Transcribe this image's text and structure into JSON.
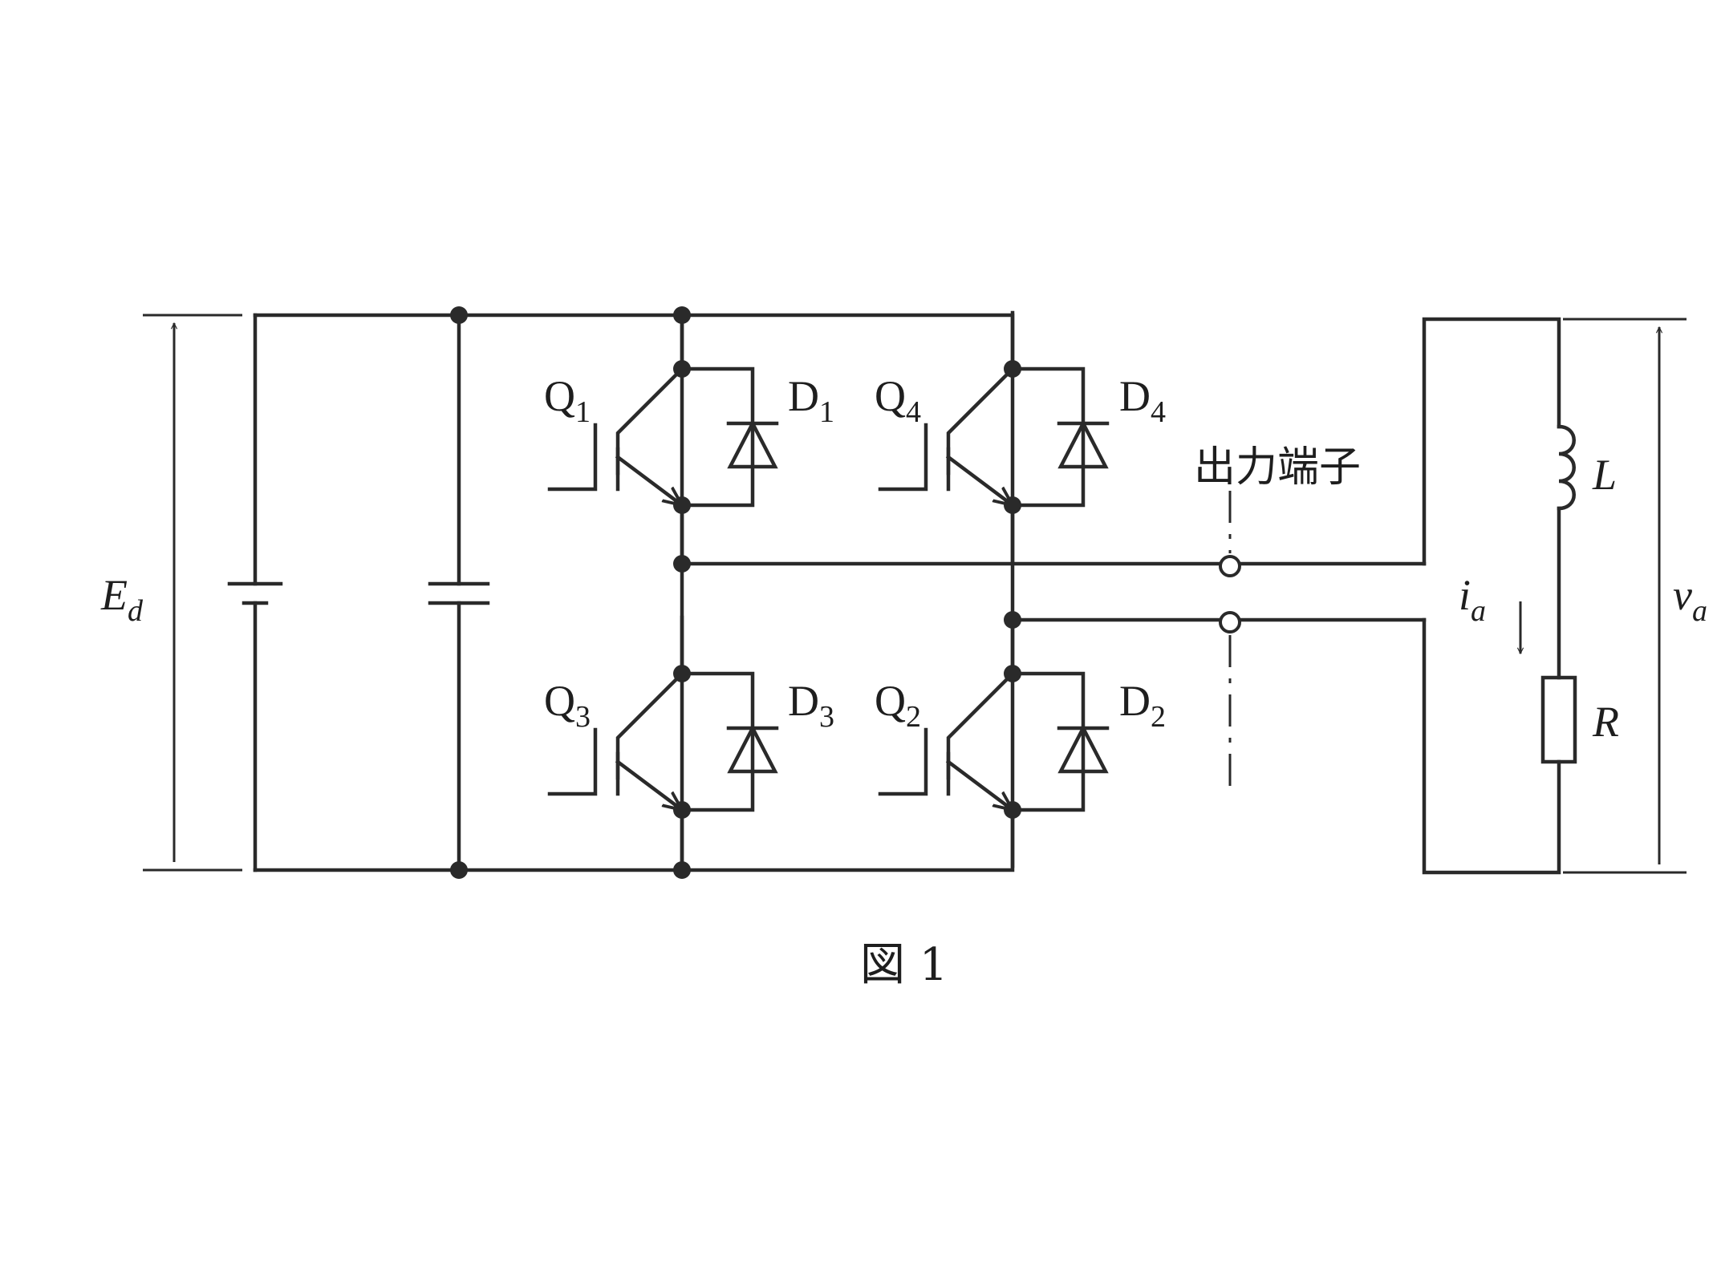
{
  "diagram": {
    "caption": "図 1",
    "output_terminal_label": "出力端子",
    "source_voltage": {
      "symbol": "E",
      "subscript": "d"
    },
    "load_voltage": {
      "symbol": "v",
      "subscript": "a"
    },
    "load_current": {
      "symbol": "i",
      "subscript": "a"
    },
    "inductor_label": "L",
    "resistor_label": "R",
    "switches": [
      {
        "name": "Q",
        "subscript": "1"
      },
      {
        "name": "Q",
        "subscript": "4"
      },
      {
        "name": "Q",
        "subscript": "3"
      },
      {
        "name": "Q",
        "subscript": "2"
      }
    ],
    "diodes": [
      {
        "name": "D",
        "subscript": "1"
      },
      {
        "name": "D",
        "subscript": "4"
      },
      {
        "name": "D",
        "subscript": "3"
      },
      {
        "name": "D",
        "subscript": "2"
      }
    ]
  }
}
